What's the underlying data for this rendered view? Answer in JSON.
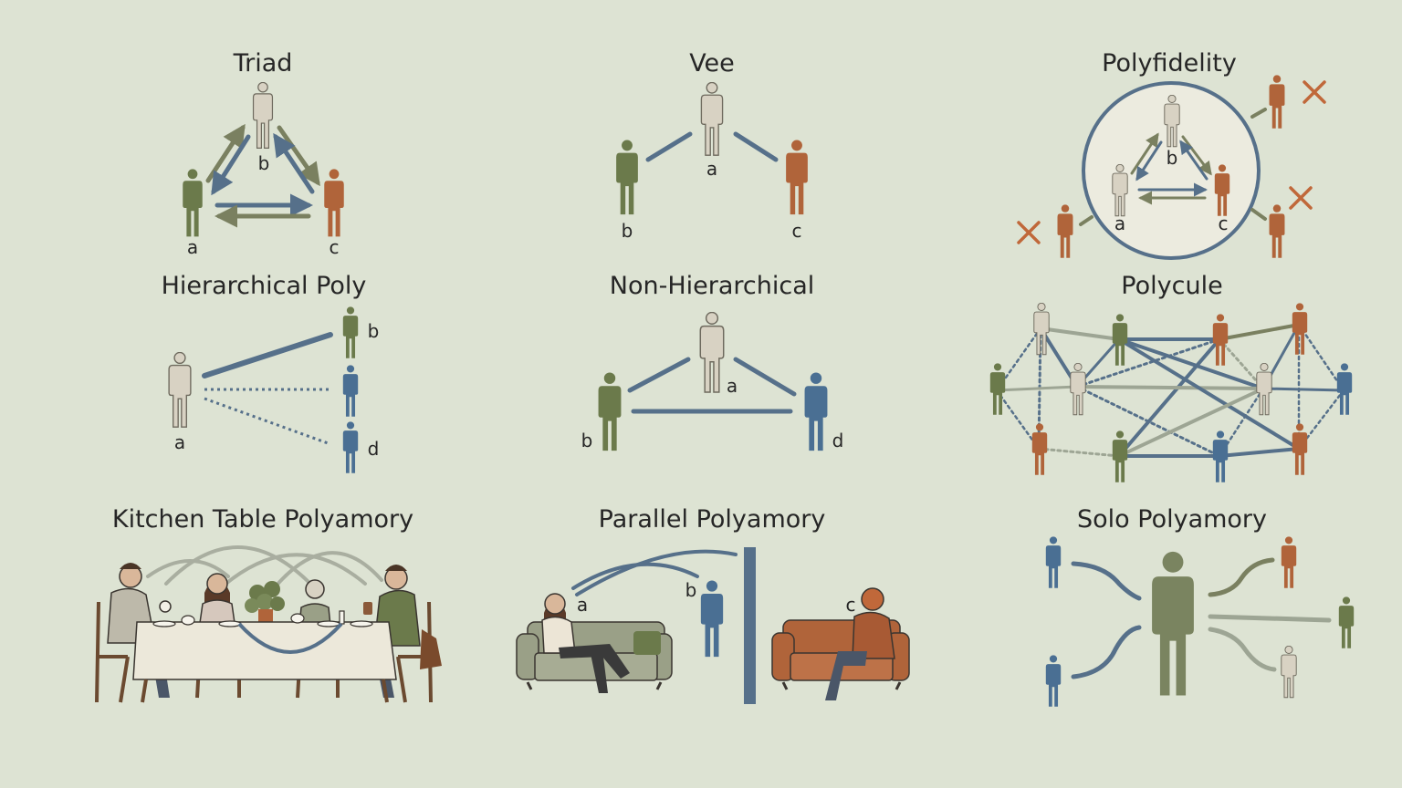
{
  "colors": {
    "background": "#dde3d3",
    "olive": "#6b7a4b",
    "orange": "#b0643a",
    "blue": "#4a6f93",
    "beige": "#d8d2c3",
    "line_blue": "#56708a",
    "line_olive": "#7a8060",
    "line_grey": "#9da594",
    "cross": "#c0683a"
  },
  "panels": {
    "triad": {
      "title": "Triad",
      "labels": [
        "a",
        "b",
        "c"
      ]
    },
    "vee": {
      "title": "Vee",
      "labels": [
        "a",
        "b",
        "c"
      ]
    },
    "polyfidelity": {
      "title": "Polyfidelity",
      "labels": [
        "a",
        "b",
        "c"
      ]
    },
    "hierarchical": {
      "title": "Hierarchical Poly",
      "labels": [
        "a",
        "b",
        "d"
      ]
    },
    "non_hierarchical": {
      "title": "Non-Hierarchical",
      "labels": [
        "a",
        "b",
        "d"
      ]
    },
    "polycule": {
      "title": "Polycule"
    },
    "kitchen_table": {
      "title": "Kitchen Table Polyamory"
    },
    "parallel": {
      "title": "Parallel Polyamory",
      "labels": [
        "a",
        "b",
        "c"
      ]
    },
    "solo": {
      "title": "Solo Polyamory"
    }
  }
}
